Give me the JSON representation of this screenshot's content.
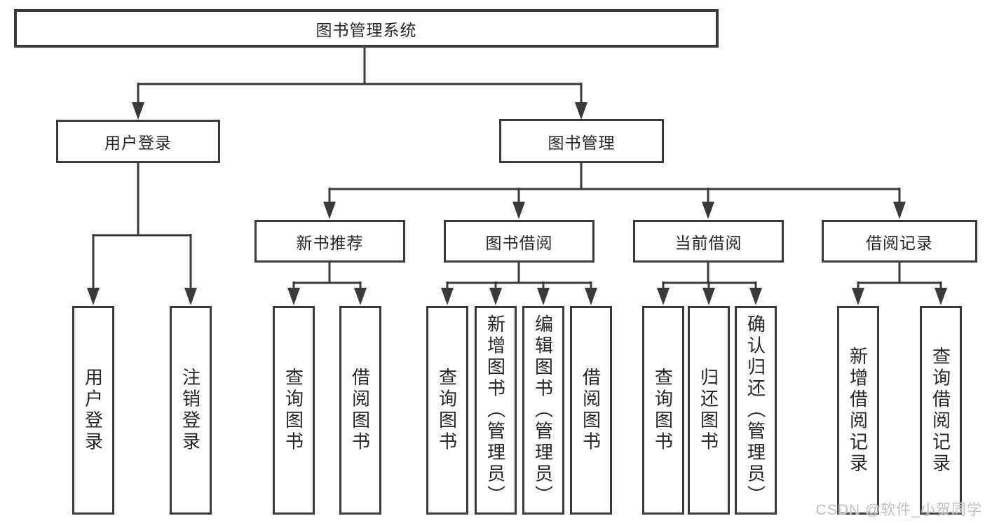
{
  "colors": {
    "line": "#3a3a3a",
    "text": "#262626",
    "background": "#ffffff",
    "watermark": "#bfbfbf"
  },
  "tree": {
    "root": {
      "label": "图书管理系统"
    },
    "user_login": {
      "label": "用户登录",
      "children": [
        {
          "label": "用户登录"
        },
        {
          "label": "注销登录"
        }
      ]
    },
    "book_mgmt": {
      "label": "图书管理",
      "groups": {
        "new_books": {
          "label": "新书推荐",
          "children": [
            {
              "label": "查询图书"
            },
            {
              "label": "借阅图书"
            }
          ]
        },
        "book_borrow": {
          "label": "图书借阅",
          "children": [
            {
              "label": "查询图书"
            },
            {
              "label": "新增图书（管理员）"
            },
            {
              "label": "编辑图书（管理员）"
            },
            {
              "label": "借阅图书"
            }
          ]
        },
        "current_borrow": {
          "label": "当前借阅",
          "children": [
            {
              "label": "查询图书"
            },
            {
              "label": "归还图书"
            },
            {
              "label": "确认归还（管理员）"
            }
          ]
        },
        "borrow_records": {
          "label": "借阅记录",
          "children": [
            {
              "label": "新增借阅记录"
            },
            {
              "label": "查询借阅记录"
            }
          ]
        }
      }
    }
  },
  "watermark": "CSDN @软件_小贺同学"
}
